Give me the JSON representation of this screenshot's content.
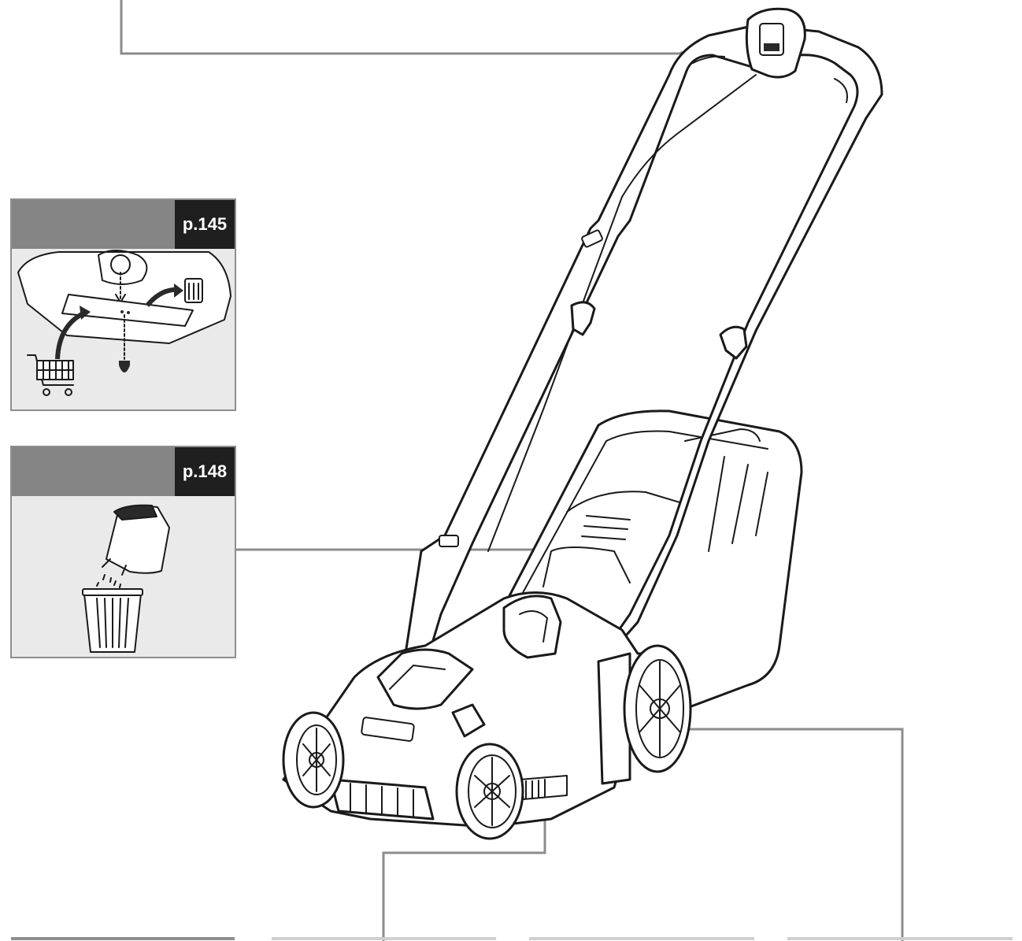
{
  "cards": [
    {
      "id": "blade",
      "page_ref": "p.145"
    },
    {
      "id": "grass-bag",
      "page_ref": "p.148"
    }
  ],
  "icons": [
    "shopping-cart-icon",
    "trash-bin-icon",
    "screw-icon",
    "arrow-icon"
  ],
  "colors": {
    "callout_line": "#8c8c8c",
    "card_header": "#858585",
    "page_badge": "#1f1f1f",
    "card_bg": "#eaeaea"
  }
}
